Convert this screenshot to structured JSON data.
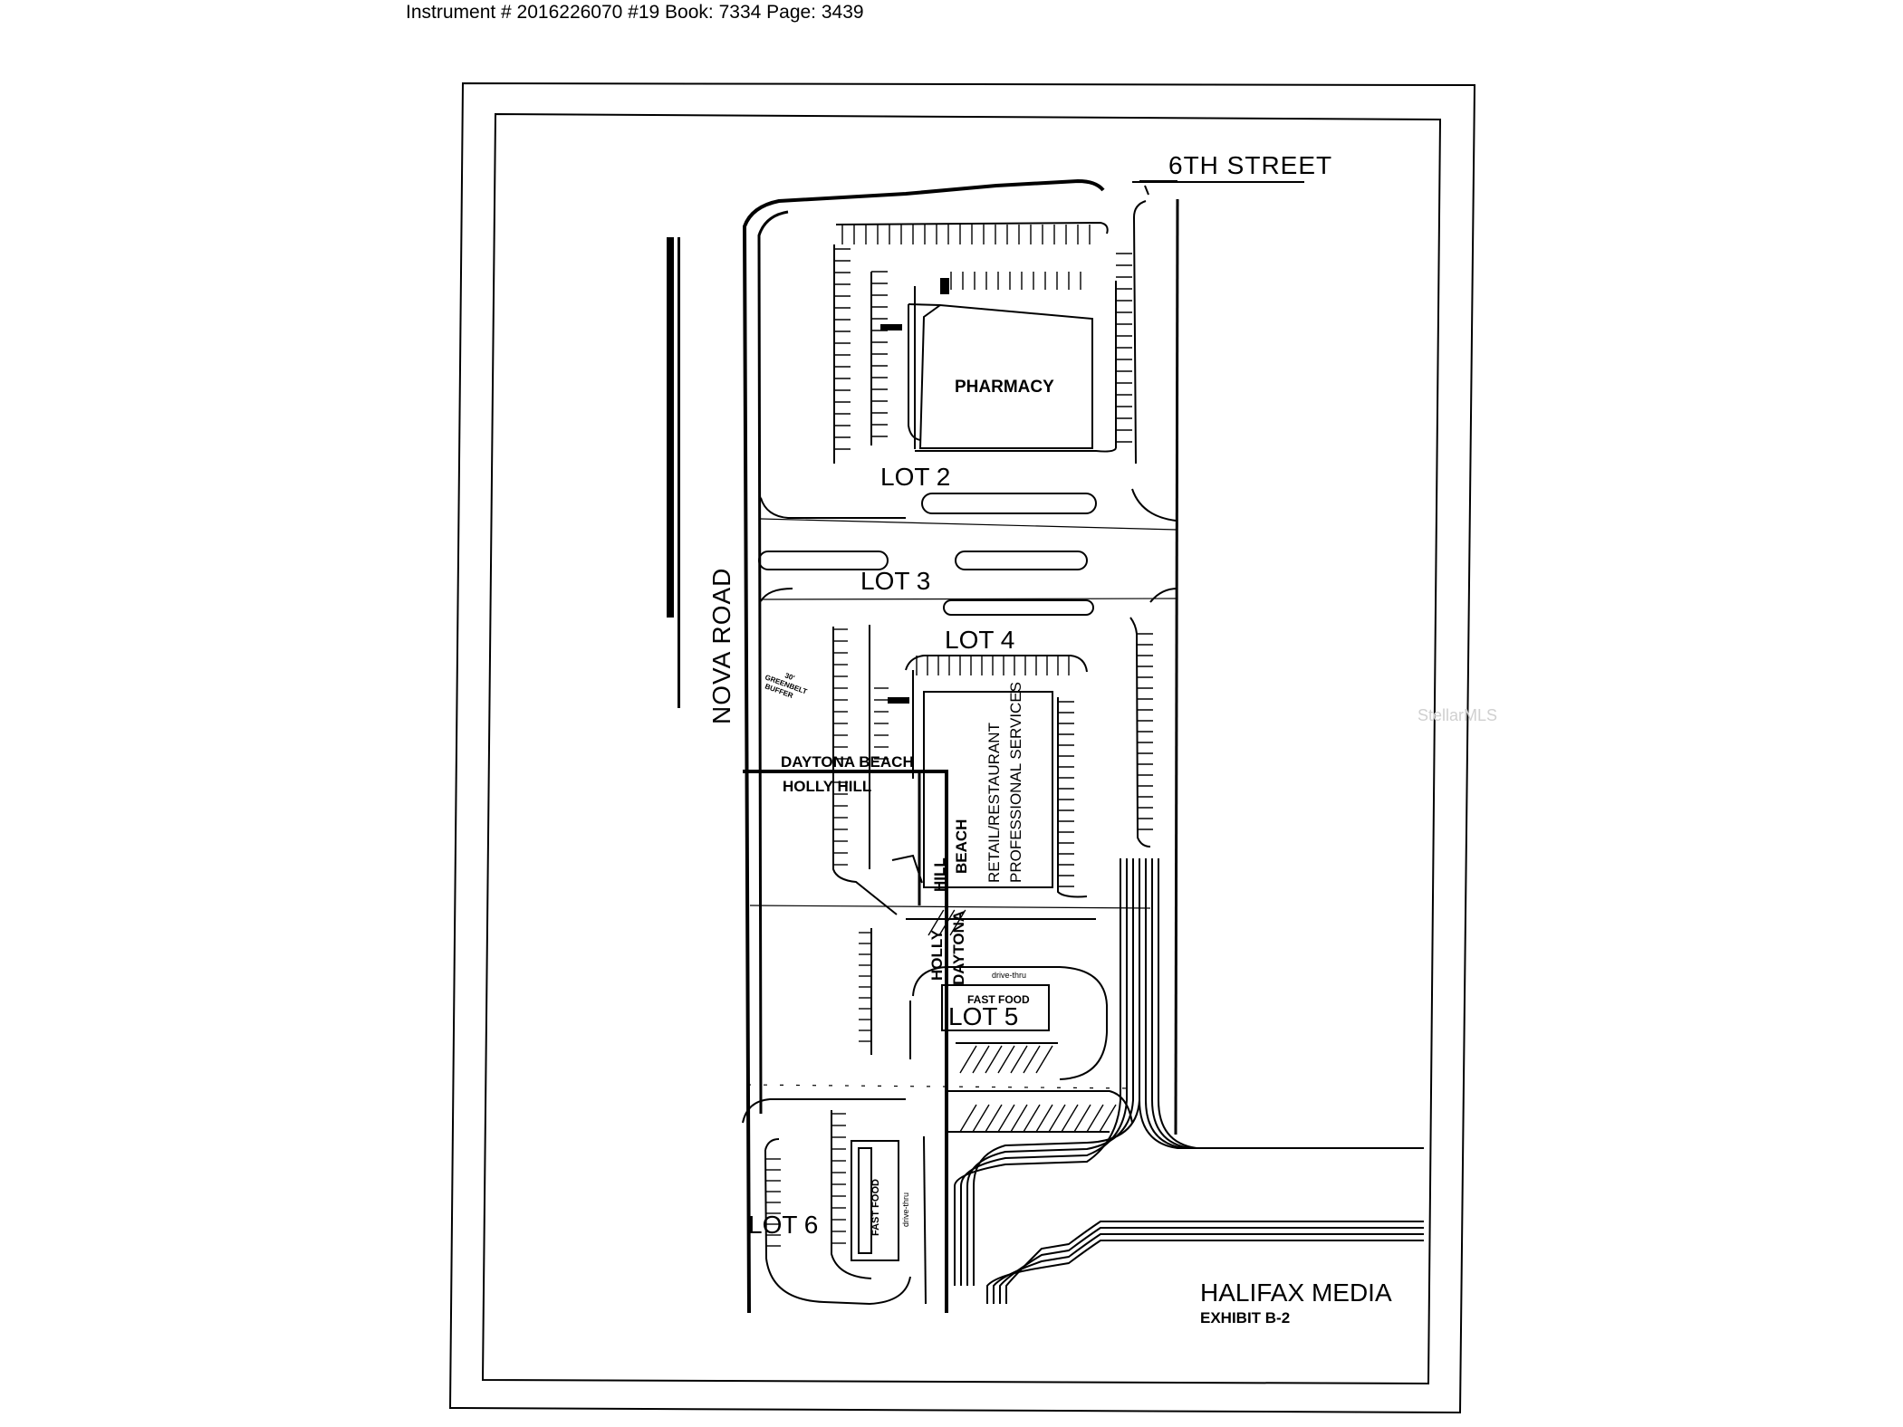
{
  "header": {
    "instrument_line": "Instrument # 2016226070 #19 Book: 7334 Page: 3439"
  },
  "plan": {
    "street_top": "6TH STREET",
    "street_left": "NOVA ROAD",
    "lots": [
      "LOT 2",
      "LOT 3",
      "LOT 4",
      "LOT 5",
      "LOT 6"
    ],
    "buildings": {
      "pharmacy": "PHARMACY",
      "retail_line1": "RETAIL/RESTAURANT",
      "retail_line2": "PROFESSIONAL SERVICES",
      "fast_food_lot5": "FAST FOOD",
      "fast_food_lot6": "FAST FOOD",
      "drive_thru": "drive-thru"
    },
    "buffer_label": [
      "30'",
      "GREENBELT",
      "BUFFER"
    ],
    "jurisdictions": {
      "daytona_beach": "DAYTONA BEACH",
      "holly_hill": "HOLLY HILL",
      "hill_vertical": "HILL",
      "beach_vertical": "BEACH",
      "holly_vertical": "HOLLY",
      "daytona_vertical": "DAYTONA"
    },
    "title_block": {
      "name": "HALIFAX MEDIA",
      "exhibit": "EXHIBIT B-2"
    },
    "watermark": "StellarMLS"
  }
}
